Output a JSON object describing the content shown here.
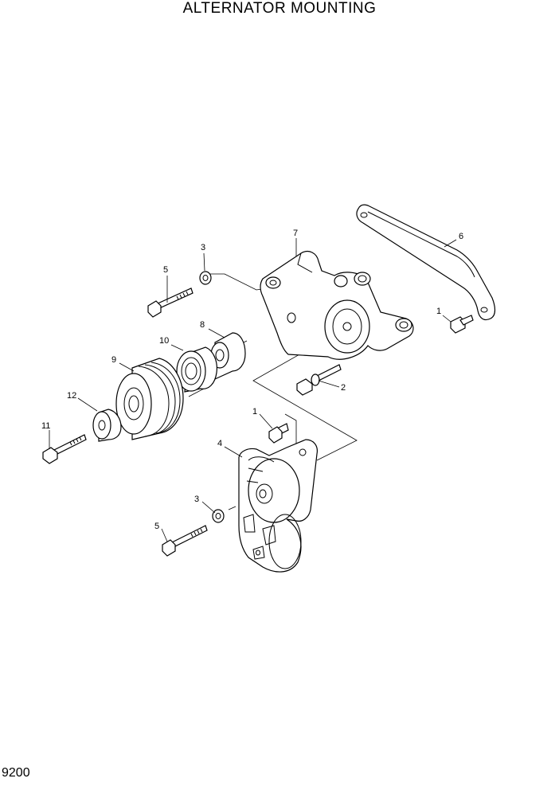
{
  "title": "ALTERNATOR MOUNTING",
  "page_number": "9200",
  "callouts": {
    "c7": "7",
    "c6": "6",
    "c3a": "3",
    "c5a": "5",
    "c8": "8",
    "c1a": "1",
    "c10": "10",
    "c9": "9",
    "c2": "2",
    "c12": "12",
    "c1b": "1",
    "c11": "11",
    "c4": "4",
    "c3b": "3",
    "c5b": "5"
  }
}
